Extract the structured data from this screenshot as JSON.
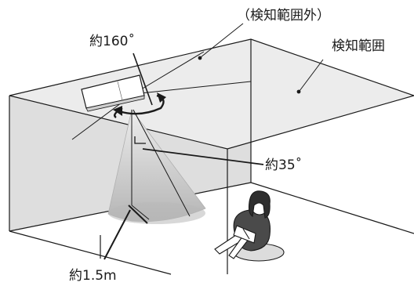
{
  "labels": {
    "outside_area": "（検知範囲外）",
    "detection_area": "検知範囲",
    "horizontal_angle": "約160˚",
    "vertical_angle": "約35˚",
    "height": "約1.5m"
  },
  "colors": {
    "line": "#1a1a1a",
    "wall_shade": "#dcdcdc",
    "cone_shade": "#bfbfbf",
    "background": "#ffffff"
  }
}
